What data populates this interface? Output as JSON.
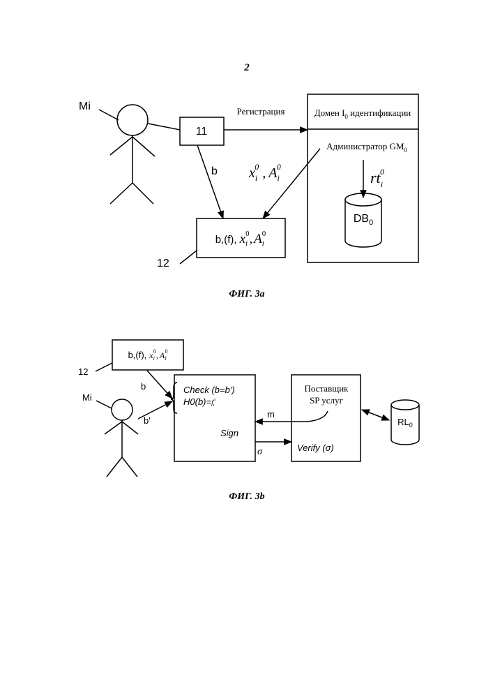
{
  "page_number": "2",
  "fig3a": {
    "caption": "ФИГ. 3а",
    "actor_label": "Mi",
    "box11_label": "11",
    "registration_label": "Регистрация",
    "domain_header_prefix": "Домен I",
    "domain_header_sub": "0",
    "domain_header_suffix": " идентификации",
    "admin_prefix": "Администратор GM",
    "admin_sub": "0",
    "arrow_b_label": "b",
    "credential_x": "x",
    "credential_x_sub": "i",
    "credential_x_sup": "0",
    "credential_sep": ",",
    "credential_A": "A",
    "credential_A_sub": "i",
    "credential_A_sup": "0",
    "rt_label": "rt",
    "rt_sub": "i",
    "rt_sup": "0",
    "db_prefix": "DB",
    "db_sub": "0",
    "box12_prefix": "b,(f),",
    "box12_label": "12"
  },
  "fig3b": {
    "caption": "ФИГ. 3b",
    "box12_prefix": "b,(f),",
    "box12_label": "12",
    "actor_label": "Mi",
    "arrow_b_label": "b",
    "arrow_b_prime_label": "b'",
    "check_label": "Check (b=b')",
    "h0_label": "H0(b)=",
    "h0_value": "f",
    "h0_value_sub": "i",
    "h0_value_sup": "0",
    "sign_label": "Sign",
    "provider_line1": "Поставщик",
    "provider_line2": "SP услуг",
    "m_label": "m",
    "sigma_label": "σ",
    "verify_label": "Verify (σ)",
    "rl_prefix": "RL",
    "rl_sub": "0"
  }
}
